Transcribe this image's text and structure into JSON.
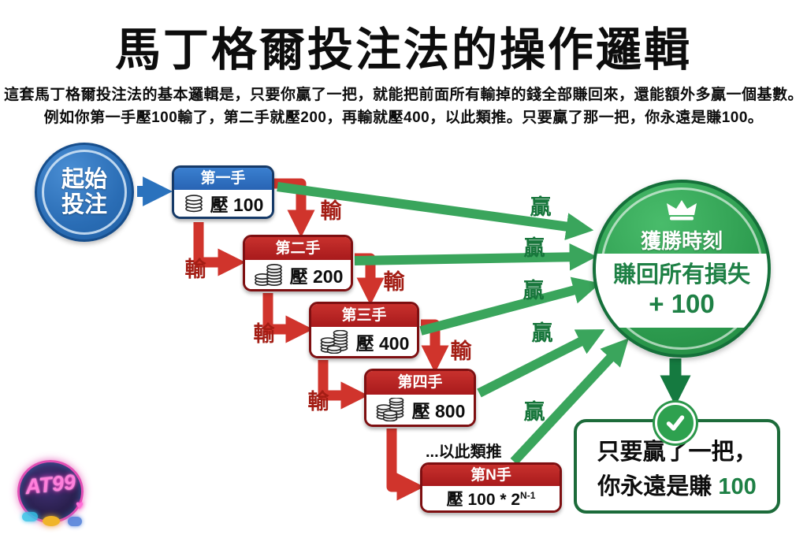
{
  "title": "馬丁格爾投注法的操作邏輯",
  "subtitle": {
    "line1": "這套馬丁格爾投注法的基本邏輯是，只要你贏了一把，就能把前面所有輸掉的錢全部賺回來，還能額外多贏一個基數。",
    "line2": "例如你第一手壓100輸了，第二手就壓200，再輸就壓400，以此類推。只要贏了那一把，你永遠是賺100。"
  },
  "start_node": {
    "line1": "起始",
    "line2": "投注"
  },
  "bets": [
    {
      "label": "第一手",
      "value": "壓 100"
    },
    {
      "label": "第二手",
      "value": "壓 200"
    },
    {
      "label": "第三手",
      "value": "壓 400"
    },
    {
      "label": "第四手",
      "value": "壓 800"
    },
    {
      "label": "第N手",
      "value_base": "壓 100 * 2",
      "value_sup": "N-1"
    }
  ],
  "ellipsis": "...以此類推",
  "lose_label": "輸",
  "win_label": "贏",
  "win_circle": {
    "title": "獲勝時刻",
    "line1": "賺回所有損失",
    "line2": "+ 100"
  },
  "result_box": {
    "line1": "只要贏了一把，",
    "line2_prefix": "你永遠是賺 ",
    "line2_highlight": "100"
  },
  "logo": {
    "text": "AT99",
    "heart": "♥"
  },
  "colors": {
    "blue": "#2e71c5",
    "red_header": "#bf2026",
    "red_arrow": "#d0342c",
    "lose_text": "#a31d14",
    "green_arrow": "#3aa55c",
    "win_text": "#17763b",
    "circle_green": "#2f9e51",
    "dark_green": "#157a40",
    "highlight_green": "#1e8045"
  }
}
